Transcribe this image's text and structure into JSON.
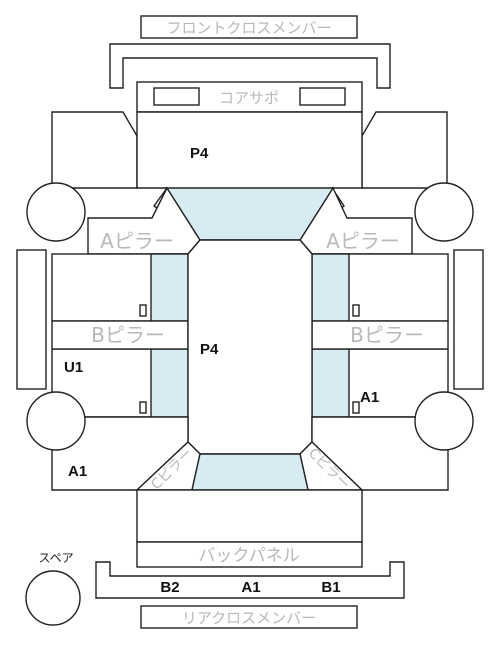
{
  "labels": {
    "front_cross_member": "フロントクロスメンバー",
    "core_support": "コアサポ",
    "a_pillar_left": "Aピラー",
    "a_pillar_right": "Aピラー",
    "b_pillar_left": "Bピラー",
    "b_pillar_right": "Bピラー",
    "c_pillar_left": "Cピラー",
    "c_pillar_right": "Cピラー",
    "back_panel": "バックパネル",
    "rear_cross_member": "リアクロスメンバー",
    "spare": "スペア"
  },
  "codes": {
    "hood": "P4",
    "roof": "P4",
    "left_rear_door": "U1",
    "right_rear_door": "A1",
    "left_rear_fender": "A1",
    "rear_left": "B2",
    "rear_center": "A1",
    "rear_right": "B1"
  },
  "colors": {
    "glass": "#d6ecf2",
    "outline": "#222222",
    "label_gray": "#b8b8b8"
  }
}
